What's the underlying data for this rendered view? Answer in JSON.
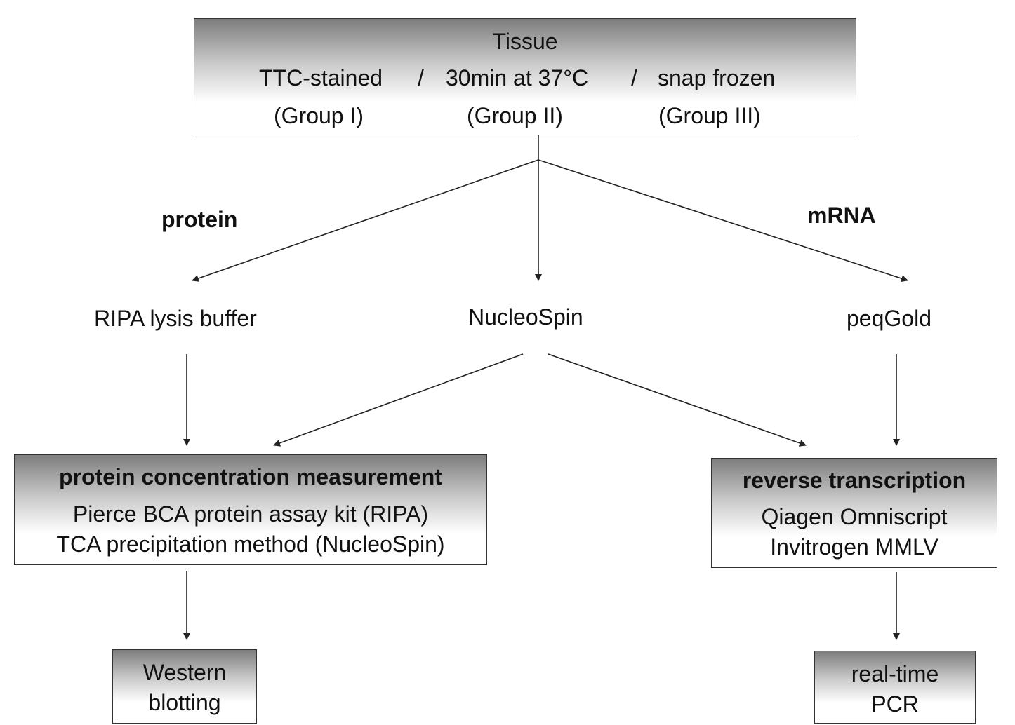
{
  "tissue": {
    "title": "Tissue",
    "conditions": [
      "TTC-stained",
      "30min at 37°C",
      "snap frozen"
    ],
    "separator": "/",
    "groups": [
      "(Group I)",
      "(Group II)",
      "(Group III)"
    ]
  },
  "branches": {
    "protein": "protein",
    "mrna": "mRNA"
  },
  "methods": {
    "ripa": "RIPA lysis buffer",
    "nucleospin": "NucleoSpin",
    "peqgold": "peqGold"
  },
  "protein_box": {
    "title": "protein concentration measurement",
    "line1": "Pierce BCA protein assay kit (RIPA)",
    "line2": "TCA precipitation method (NucleoSpin)"
  },
  "rt_box": {
    "title": "reverse transcription",
    "line1": "Qiagen Omniscript",
    "line2": "Invitrogen MMLV"
  },
  "western": {
    "line1": "Western",
    "line2": "blotting"
  },
  "pcr": {
    "line1": "real-time",
    "line2": "PCR"
  }
}
